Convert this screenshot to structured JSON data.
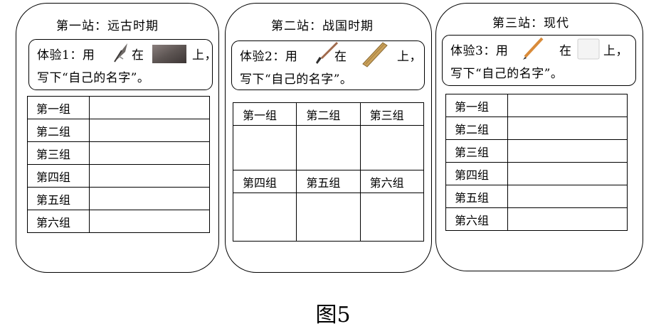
{
  "stations": [
    {
      "title": "第一站：远古时期",
      "task_prefix": "体验1：用",
      "task_mid": "在",
      "task_end": "上，",
      "task_line2": "写下“自己的名字”。",
      "tool_icon": "stone-knife-icon",
      "surface_icon": "dark-stone-slab-icon",
      "rows": [
        "第一组",
        "第二组",
        "第三组",
        "第四组",
        "第五组",
        "第六组"
      ]
    },
    {
      "title": "第二站：战国时期",
      "task_prefix": "体验2：用",
      "task_mid": "在",
      "task_end": "上，",
      "task_line2": "写下“自己的名字”。",
      "tool_icon": "calligraphy-brush-icon",
      "surface_icon": "bamboo-slip-icon",
      "groups_top": [
        "第一组",
        "第二组",
        "第三组"
      ],
      "groups_bottom": [
        "第四组",
        "第五组",
        "第六组"
      ]
    },
    {
      "title": "第三站：现代",
      "task_prefix": "体验3：用",
      "task_mid": "在",
      "task_end": "上，",
      "task_line2": "写下“自己的名字”。",
      "tool_icon": "pencil-icon",
      "surface_icon": "paper-sheet-icon",
      "rows": [
        "第一组",
        "第二组",
        "第三组",
        "第四组",
        "第五组",
        "第六组"
      ]
    }
  ],
  "figure_caption": "图5"
}
